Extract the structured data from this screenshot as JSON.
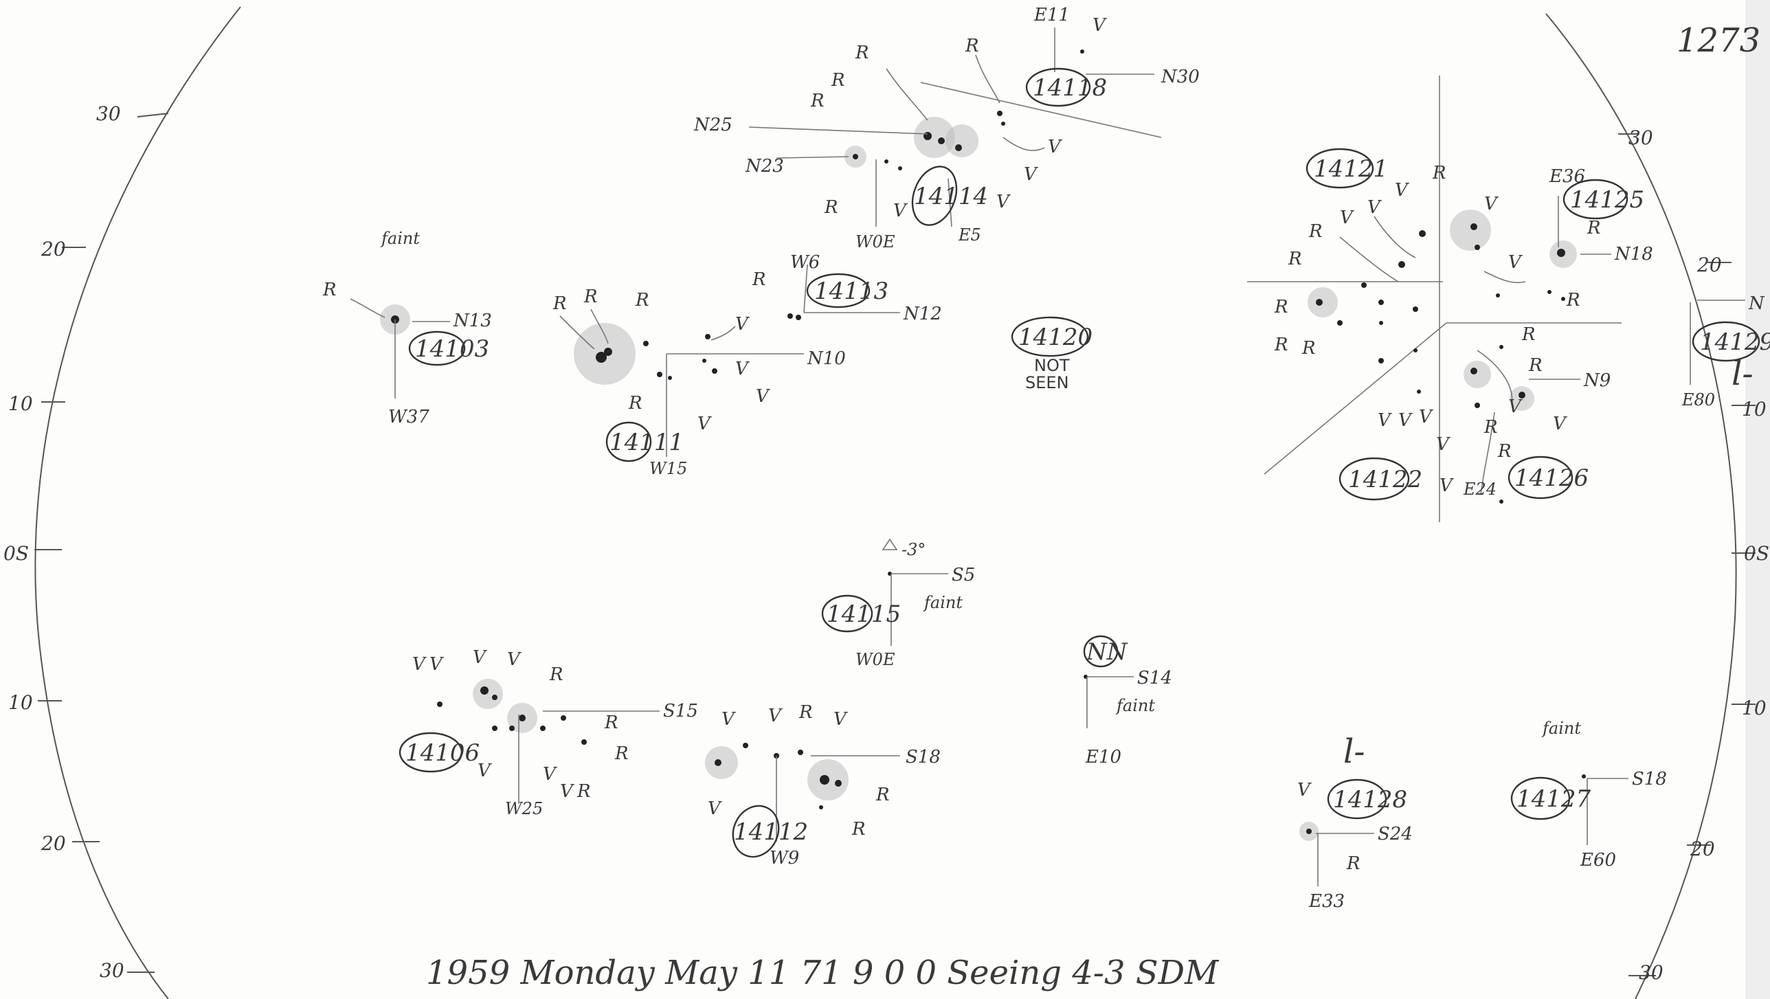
{
  "page_number": "1273",
  "footer": "1959 Monday May 11 71 9 0 0 Seeing 4-3 SDM",
  "limb_ticks_left": [
    "30",
    "20",
    "10",
    "0S",
    "10",
    "20",
    "30"
  ],
  "limb_ticks_right": [
    "30",
    "20",
    "10",
    "0S",
    "10",
    "20",
    "30"
  ],
  "groups": {
    "g14103": {
      "number": "14103",
      "coords": [
        "N13",
        "W37"
      ],
      "notes": [
        "faint",
        "R"
      ]
    },
    "g14111": {
      "number": "14111",
      "coords": [
        "N10",
        "W15"
      ],
      "notes": [
        "R",
        "R",
        "R",
        "R",
        "V",
        "V",
        "V",
        "V"
      ]
    },
    "g14113": {
      "number": "14113",
      "coords": [
        "N12",
        "W6"
      ],
      "notes": [
        "R"
      ]
    },
    "g14114": {
      "number": "14114",
      "coords": [
        "N23",
        "W0E",
        "E5"
      ],
      "notes": [
        "R",
        "V"
      ]
    },
    "g14118": {
      "number": "14118",
      "coords": [
        "E11",
        "N30",
        "N25"
      ],
      "notes": [
        "V",
        "R",
        "R",
        "R",
        "R",
        "V",
        "V",
        "V"
      ]
    },
    "g14120": {
      "number": "14120",
      "notes": [
        "NOT",
        "SEEN"
      ]
    },
    "g14121": {
      "number": "14121",
      "notes": [
        "R",
        "V",
        "V",
        "V",
        "V",
        "R",
        "R",
        "R",
        "R",
        "R",
        "V",
        "R"
      ]
    },
    "g14125": {
      "number": "14125",
      "coords": [
        "E36",
        "N18"
      ],
      "notes": [
        "R"
      ]
    },
    "g14129": {
      "number": "14129",
      "coords": [
        "N",
        "E80"
      ],
      "notes": [
        "l-"
      ]
    },
    "g14122": {
      "number": "14122",
      "notes": [
        "V",
        "V",
        "V",
        "V",
        "V"
      ]
    },
    "g14126": {
      "number": "14126",
      "coords": [
        "N9",
        "E24"
      ],
      "notes": [
        "R",
        "R",
        "R",
        "R",
        "V",
        "V"
      ]
    },
    "g14115": {
      "number": "14115",
      "coords": [
        "S5",
        "W0E"
      ],
      "notes": [
        "-3°",
        "faint"
      ]
    },
    "gNN": {
      "number": "NN",
      "coords": [
        "S14",
        "E10"
      ],
      "notes": [
        "faint"
      ]
    },
    "g14106": {
      "number": "14106",
      "coords": [
        "S15",
        "W25"
      ],
      "notes": [
        "V",
        "V",
        "V",
        "V",
        "R",
        "R",
        "R",
        "V",
        "V",
        "V",
        "R"
      ]
    },
    "g14112": {
      "number": "14112",
      "coords": [
        "S18",
        "W9"
      ],
      "notes": [
        "V",
        "V",
        "R",
        "V",
        "V",
        "R",
        "R"
      ]
    },
    "g14128": {
      "number": "14128",
      "coords": [
        "S24",
        "E33"
      ],
      "notes": [
        "l-",
        "V",
        "R"
      ]
    },
    "g14127": {
      "number": "14127",
      "coords": [
        "S18",
        "E60"
      ],
      "notes": [
        "faint"
      ]
    }
  },
  "colors": {
    "paper": "#fdfdfc",
    "ink": "#333333",
    "pencil": "#555555"
  }
}
